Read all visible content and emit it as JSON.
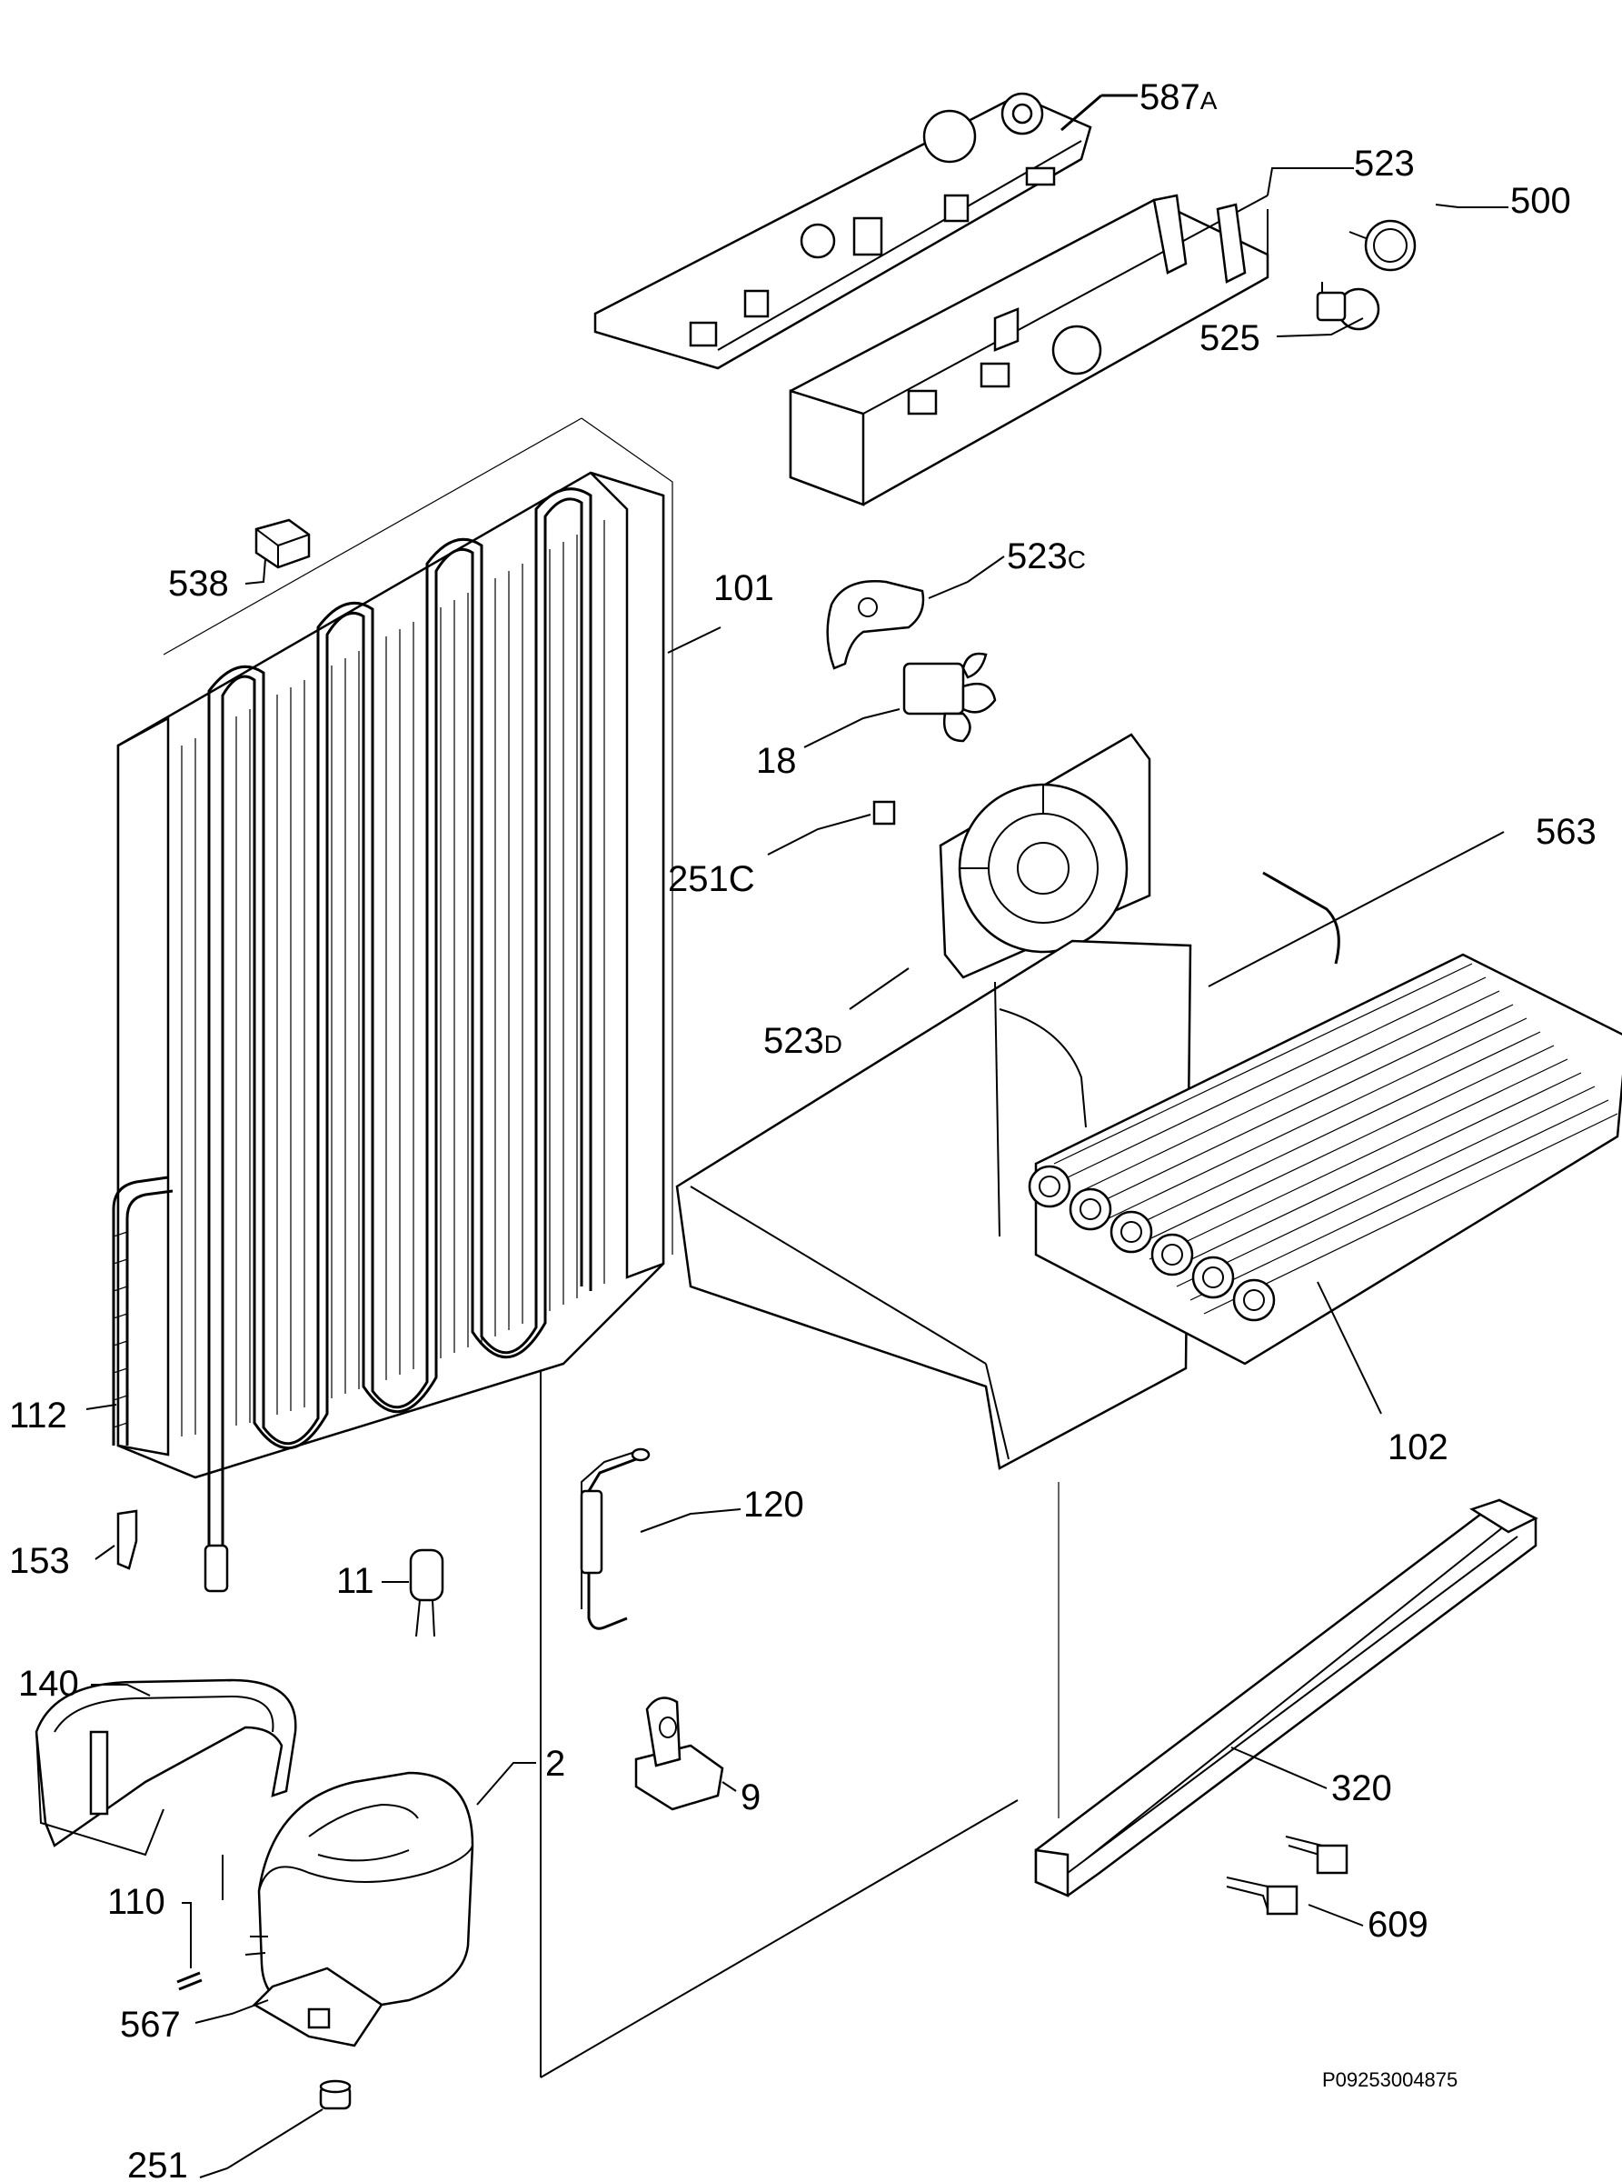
{
  "labels": {
    "p587": "587",
    "p587_suffix": "A",
    "p523": "523",
    "p500": "500",
    "p525": "525",
    "p538": "538",
    "p101": "101",
    "p523c": "523",
    "p523c_suffix": "C",
    "p18": "18",
    "p251c": "251C",
    "p563": "563",
    "p523d": "523",
    "p523d_suffix": "D",
    "p112": "112",
    "p102": "102",
    "p120": "120",
    "p153": "153",
    "p11": "11",
    "p140": "140",
    "p320": "320",
    "p2": "2",
    "p9": "9",
    "p110": "110",
    "p609": "609",
    "p567": "567",
    "p251": "251"
  },
  "reference": "P09253004875"
}
